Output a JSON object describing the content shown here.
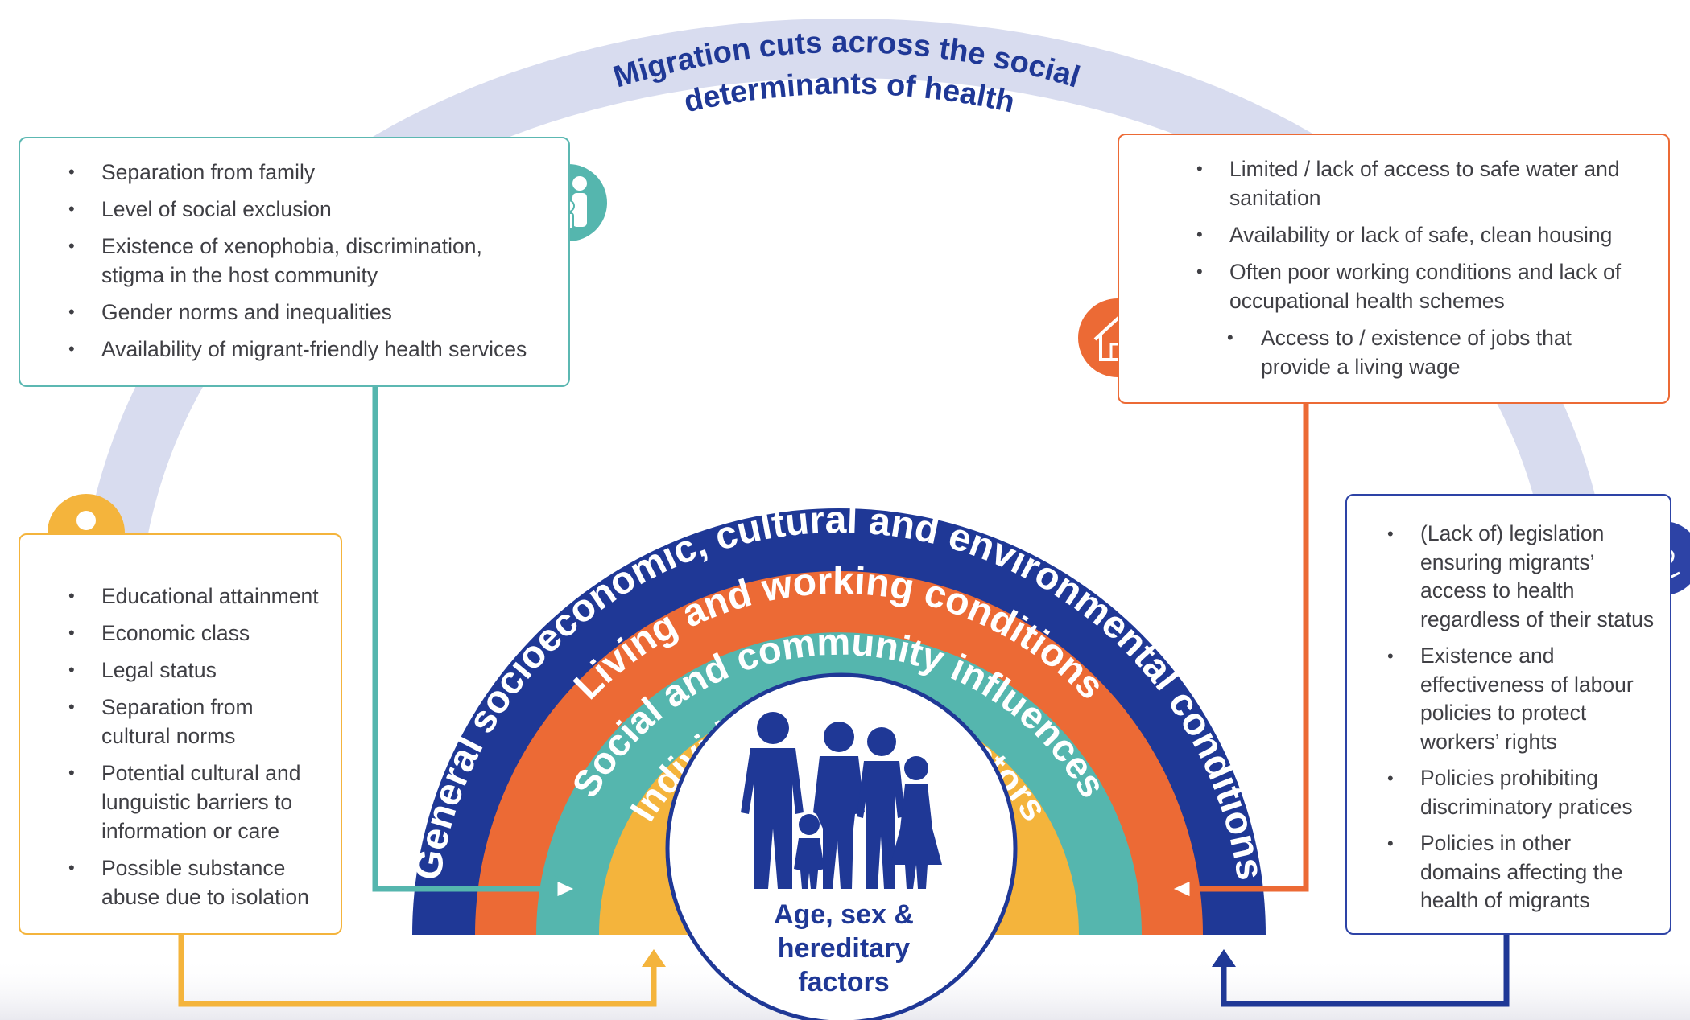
{
  "arc_title": [
    "Migration cuts across the social",
    "determinants of health"
  ],
  "rings": {
    "general": "General socioeconomic, cultural and environmental conditions",
    "living": "Living and working conditions",
    "social": "Social and community influences",
    "individual": "Individual lifestyle factors"
  },
  "center_label": [
    "Age, sex &",
    "hereditary",
    "factors"
  ],
  "boxes": {
    "social": {
      "icon": "family-icon",
      "items": [
        "Separation from family",
        "Level of social exclusion",
        "Existence of xenophobia, discrimination, stigma in the host community",
        "Gender norms and inequalities",
        "Availability of migrant-friendly health services"
      ]
    },
    "living": {
      "icon": "house-icon",
      "items": [
        "Limited / lack of access to safe water and sanitation",
        "Availability or lack of safe, clean housing",
        "Often poor working conditions and lack of occupational health schemes"
      ],
      "subitems": [
        "Access to / existence of jobs that provide a living wage"
      ]
    },
    "individual": {
      "icon": "person-icon",
      "items": [
        "Educational attainment",
        "Economic class",
        "Legal status",
        "Separation from cultural norms",
        "Potential cultural and lunguistic barriers to information or care",
        "Possible substance abuse due to isolation"
      ]
    },
    "general": {
      "icon": "heart-hand-icon",
      "items": [
        "(Lack of) legislation ensuring migrants’ access to health regardless of their status",
        "Existence and effectiveness of labour policies to protect workers’ rights",
        "Policies prohibiting discriminatory pratices",
        "Policies in other domains affecting the health of migrants"
      ]
    }
  },
  "colors": {
    "navy": "#1f3896",
    "orange": "#ec6a35",
    "teal": "#55b6ae",
    "yellow": "#f4b43c",
    "lavender": "#d8dcef",
    "title_text": "#1f3896"
  }
}
